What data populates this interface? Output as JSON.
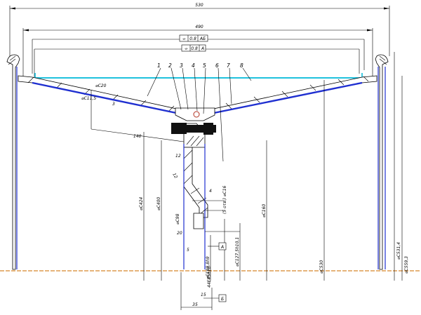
{
  "dimensions": {
    "overall_width": "530",
    "inner_width": "490",
    "tolerance_1": {
      "symbol": "⌯",
      "value": "0.8",
      "datum": "АБ"
    },
    "tolerance_2": {
      "symbol": "⌯",
      "value": "0.8",
      "datum": "А"
    },
    "hole_dia": "⌀C20",
    "hole_dia2": "⌀C11,5",
    "gap": "3",
    "offset_140": "140",
    "d424": "⌀C424",
    "d400": "⌀C400",
    "d16": "(5 отв.) ⌀C16",
    "dim4": "4",
    "dim12": "12",
    "dim12b": "12",
    "dim5": "5",
    "dim15": "15",
    "dim35": "35",
    "dim20": "20",
    "d160": "⌀C160",
    "d98": "⌀C98",
    "d109": "⌀C109,8h9",
    "d44": "44E45h10",
    "d1275": "⌀C127,5h10,1",
    "d530": "⌀C530",
    "d5314": "⌀C531,4",
    "d5593": "⌀C559,3",
    "datum_a": "А",
    "datum_b": "Б"
  },
  "callouts": [
    "1",
    "2",
    "3",
    "4",
    "5",
    "6",
    "7",
    "8"
  ]
}
